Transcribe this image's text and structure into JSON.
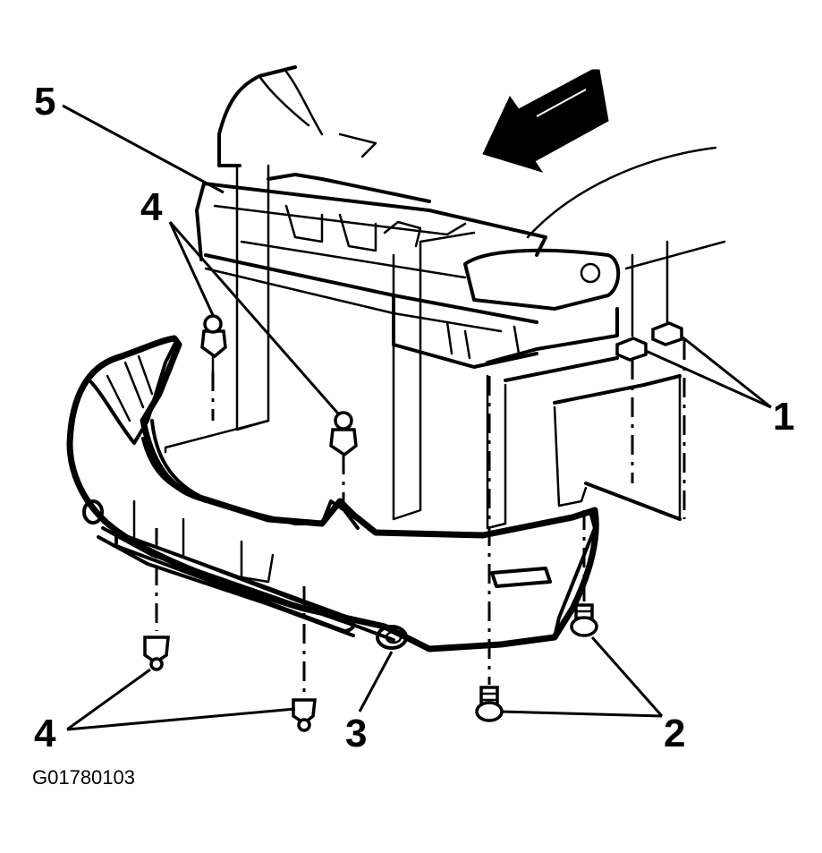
{
  "callouts": {
    "c1": "1",
    "c2": "2",
    "c3": "3",
    "c4_upper": "4",
    "c4_lower": "4",
    "c5": "5"
  },
  "figure_id": "G01780103"
}
